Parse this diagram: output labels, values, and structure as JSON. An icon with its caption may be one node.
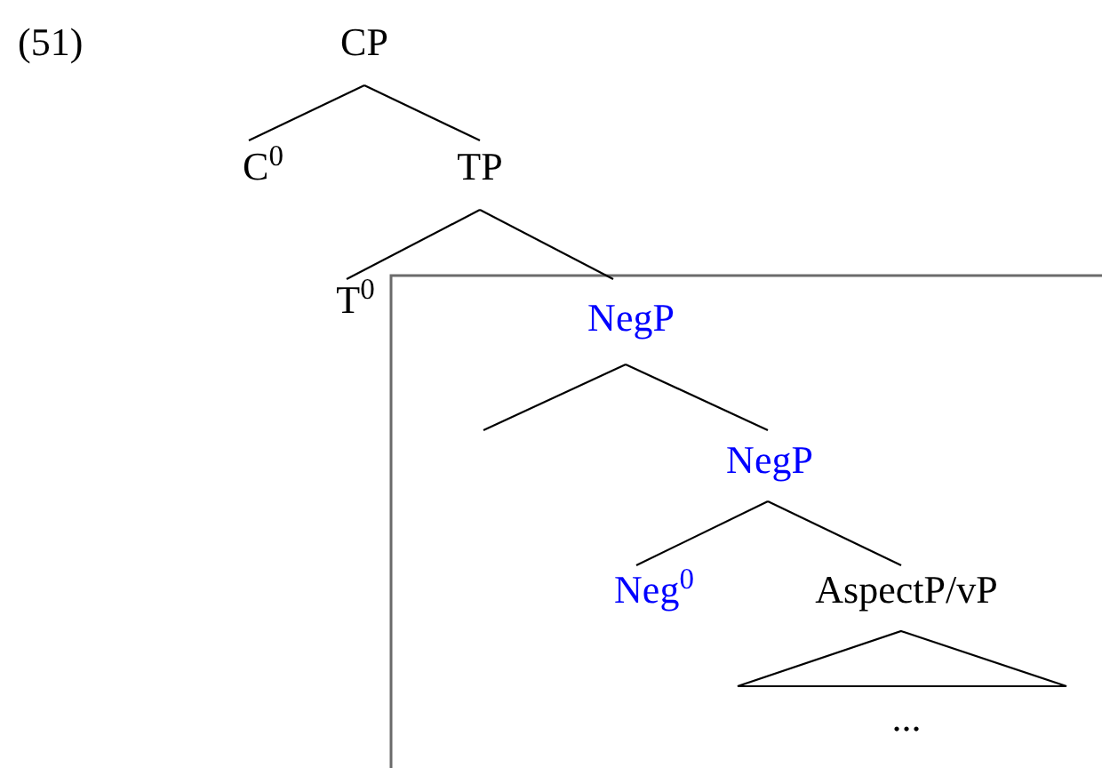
{
  "diagram": {
    "nodes": [
      {
        "text": [
          "CP"
        ]
      },
      {
        "text": [
          "C$^{0}$"
        ]
      },
      {
        "text": [
          "TP"
        ]
      },
      {
        "text": [
          "T$^{0}$"
        ]
      },
      {
        "text": [
          "NegP"
        ]
      },
      {
        "text": [
          "NegP"
        ]
      },
      {
        "text": [
          "Neg$^{0}$"
        ]
      },
      {
        "text": [
          "AspectP/vP"
        ]
      },
      {
        "text": [
          "..."
        ]
      }
    ],
    "edges": [
      {
        "from": 0,
        "to": 1,
        "arrow": "none"
      },
      {
        "from": 0,
        "to": 2,
        "arrow": "none"
      },
      {
        "from": 2,
        "to": 3,
        "arrow": "none"
      },
      {
        "from": 2,
        "to": 4,
        "arrow": "none"
      },
      {
        "from": 4,
        "to": null,
        "arrow": "none"
      },
      {
        "from": 4,
        "to": 5,
        "arrow": "none"
      },
      {
        "from": 5,
        "to": 6,
        "arrow": "none"
      },
      {
        "from": 5,
        "to": 7,
        "arrow": "none"
      },
      {
        "from": 7,
        "to": 8,
        "arrow": "none"
      }
    ],
    "labels": [
      "(51)"
    ]
  }
}
